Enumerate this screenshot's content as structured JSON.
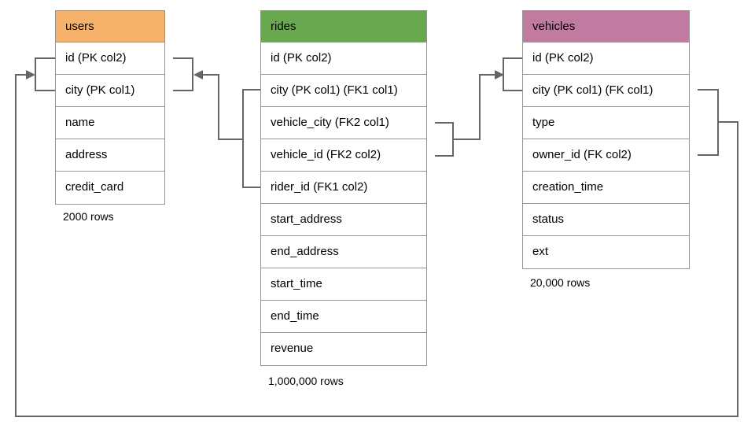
{
  "diagram": {
    "title": "database schema diagram",
    "line_color": "#666666",
    "border_color": "#949494",
    "tables": [
      {
        "name": "users",
        "header_color": "#F6B26B",
        "columns": [
          "id (PK col2)",
          "city (PK col1)",
          "name",
          "address",
          "credit_card"
        ],
        "row_count_label": "2000 rows"
      },
      {
        "name": "rides",
        "header_color": "#6AA84F",
        "columns": [
          "id (PK col2)",
          "city (PK col1) (FK1 col1)",
          "vehicle_city (FK2 col1)",
          "vehicle_id (FK2 col2)",
          "rider_id (FK1 col2)",
          "start_address",
          "end_address",
          "start_time",
          "end_time",
          "revenue"
        ],
        "row_count_label": "1,000,000 rows"
      },
      {
        "name": "vehicles",
        "header_color": "#C27BA0",
        "columns": [
          "id (PK col2)",
          "city (PK col1) (FK col1)",
          "type",
          "owner_id (FK col2)",
          "creation_time",
          "status",
          "ext"
        ],
        "row_count_label": "20,000 rows"
      }
    ],
    "relationships": [
      {
        "name": "fk1-rides-to-users",
        "from_table": "rides",
        "from_columns": [
          "city (PK col1) (FK1 col1)",
          "rider_id (FK1 col2)"
        ],
        "to_table": "users",
        "to_columns": [
          "id (PK col2)",
          "city (PK col1)"
        ]
      },
      {
        "name": "fk2-rides-to-vehicles",
        "from_table": "rides",
        "from_columns": [
          "vehicle_city (FK2 col1)",
          "vehicle_id (FK2 col2)"
        ],
        "to_table": "vehicles",
        "to_columns": [
          "id (PK col2)",
          "city (PK col1) (FK col1)"
        ]
      },
      {
        "name": "fk-vehicles-to-users",
        "from_table": "vehicles",
        "from_columns": [
          "city (PK col1) (FK col1)",
          "owner_id (FK col2)"
        ],
        "to_table": "users",
        "to_columns": [
          "id (PK col2)",
          "city (PK col1)"
        ]
      }
    ]
  }
}
